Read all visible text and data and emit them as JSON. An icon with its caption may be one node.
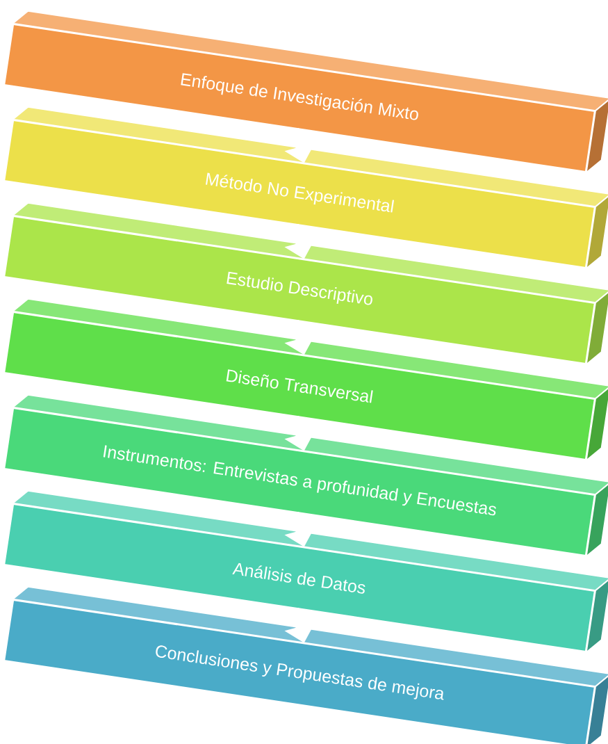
{
  "diagram": {
    "nodes": [
      {
        "text": [
          "Enfoque de Investigación Mixto"
        ]
      },
      {
        "text": [
          "Método No Experimental"
        ]
      },
      {
        "text": [
          "Estudio Descriptivo"
        ]
      },
      {
        "text": [
          "Diseño Transversal"
        ]
      },
      {
        "text": [
          "Instrumentos: Entrevistas a profunidad y Encuestas"
        ]
      },
      {
        "text": [
          "Análisis de Datos"
        ]
      },
      {
        "text": [
          "Conclusiones y Propuestas de mejora"
        ]
      }
    ],
    "edges": [
      {
        "from": 0,
        "to": 1,
        "arrow": "to"
      },
      {
        "from": 1,
        "to": 2,
        "arrow": "to"
      },
      {
        "from": 2,
        "to": 3,
        "arrow": "to"
      },
      {
        "from": 3,
        "to": 4,
        "arrow": "to"
      },
      {
        "from": 4,
        "to": 5,
        "arrow": "to"
      },
      {
        "from": 5,
        "to": 6,
        "arrow": "to"
      }
    ]
  }
}
